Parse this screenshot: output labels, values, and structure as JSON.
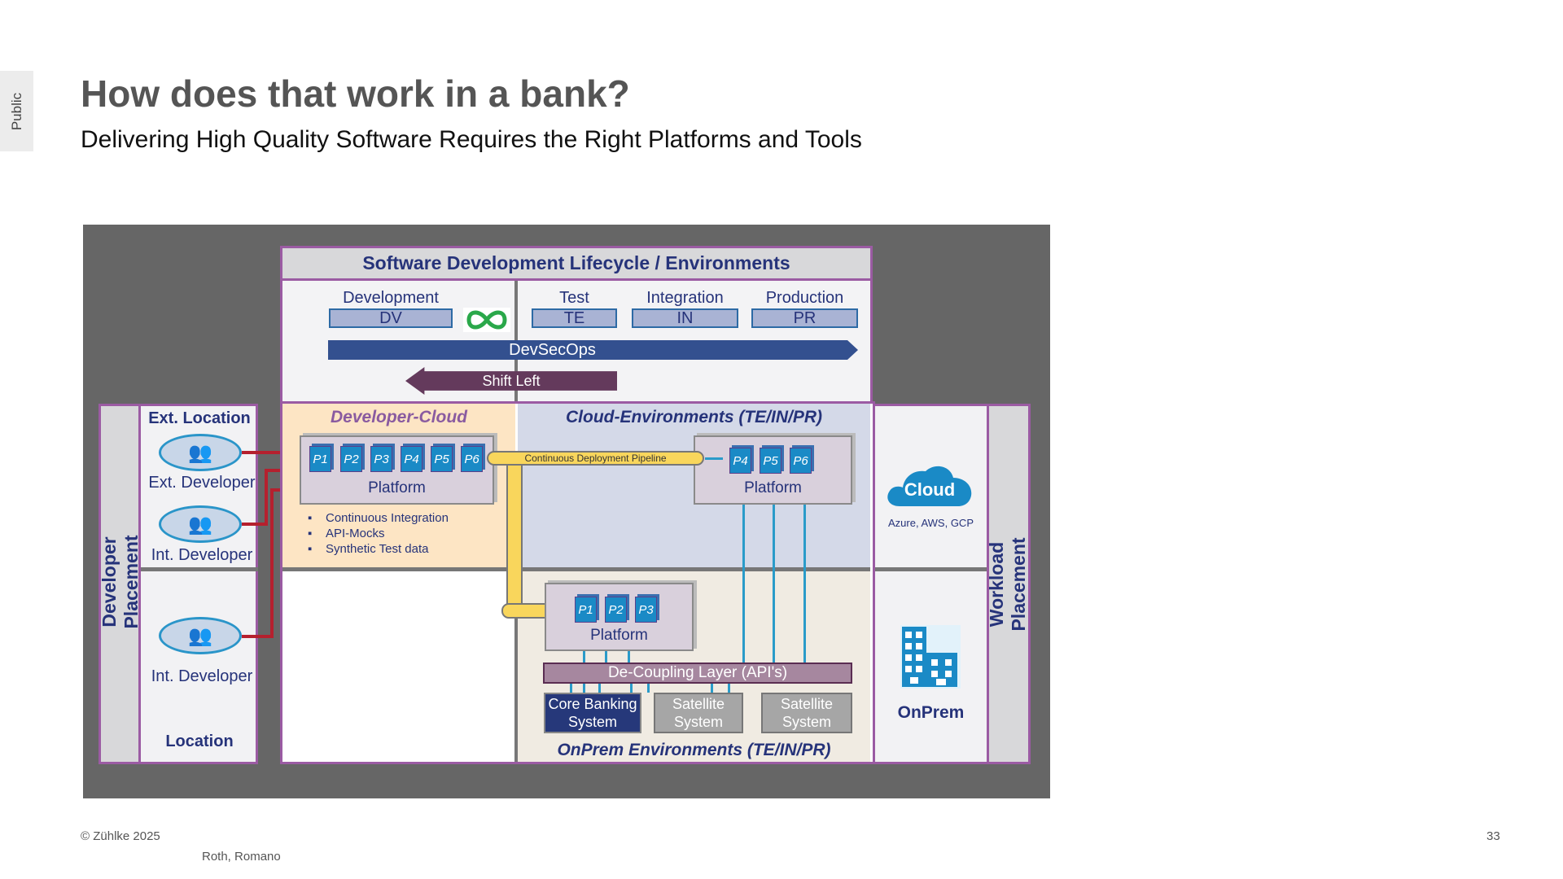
{
  "classification_tab": "Public",
  "title": "How does that work in a bank?",
  "subtitle": "Delivering High Quality Software Requires the Right Platforms and Tools",
  "diagram": {
    "sdlc_header": "Software Development Lifecycle / Environments",
    "environments": [
      {
        "name": "Development",
        "code": "DV"
      },
      {
        "name": "Test",
        "code": "TE"
      },
      {
        "name": "Integration",
        "code": "IN"
      },
      {
        "name": "Production",
        "code": "PR"
      }
    ],
    "devsecops": "DevSecOps",
    "shift_left": "Shift Left",
    "developer_placement": "Developer Placement",
    "ext_location": "Ext. Location",
    "ext_developer": "Ext. Developer",
    "int_developer": "Int. Developer",
    "location": "Location",
    "developer_cloud": "Developer-Cloud",
    "cloud_environments": "Cloud-Environments (TE/IN/PR)",
    "onprem_environments": "OnPrem Environments (TE/IN/PR)",
    "platform": "Platform",
    "dev_packages": [
      "P1",
      "P2",
      "P3",
      "P4",
      "P5",
      "P6"
    ],
    "cloud_packages": [
      "P4",
      "P5",
      "P6"
    ],
    "onprem_packages": [
      "P1",
      "P2",
      "P3"
    ],
    "bullets": [
      "Continuous Integration",
      "API-Mocks",
      "Synthetic Test data"
    ],
    "pipeline": "Continuous Deployment  Pipeline",
    "decoupling": "De-Coupling Layer (API's)",
    "core_banking": "Core Banking System",
    "satellite": "Satellite System",
    "cloud": "Cloud",
    "cloud_providers": "Azure, AWS, GCP",
    "onprem": "OnPrem",
    "workload_placement": "Workload Placement"
  },
  "footer": {
    "copyright": "© Zühlke  2025",
    "author": "Roth, Romano",
    "page": "33"
  },
  "colors": {
    "frame": "#9b5ba3",
    "navy": "#26337a",
    "pipeline": "#f9d65c",
    "link": "#b5202e",
    "accent_blue": "#1a8ac6"
  }
}
